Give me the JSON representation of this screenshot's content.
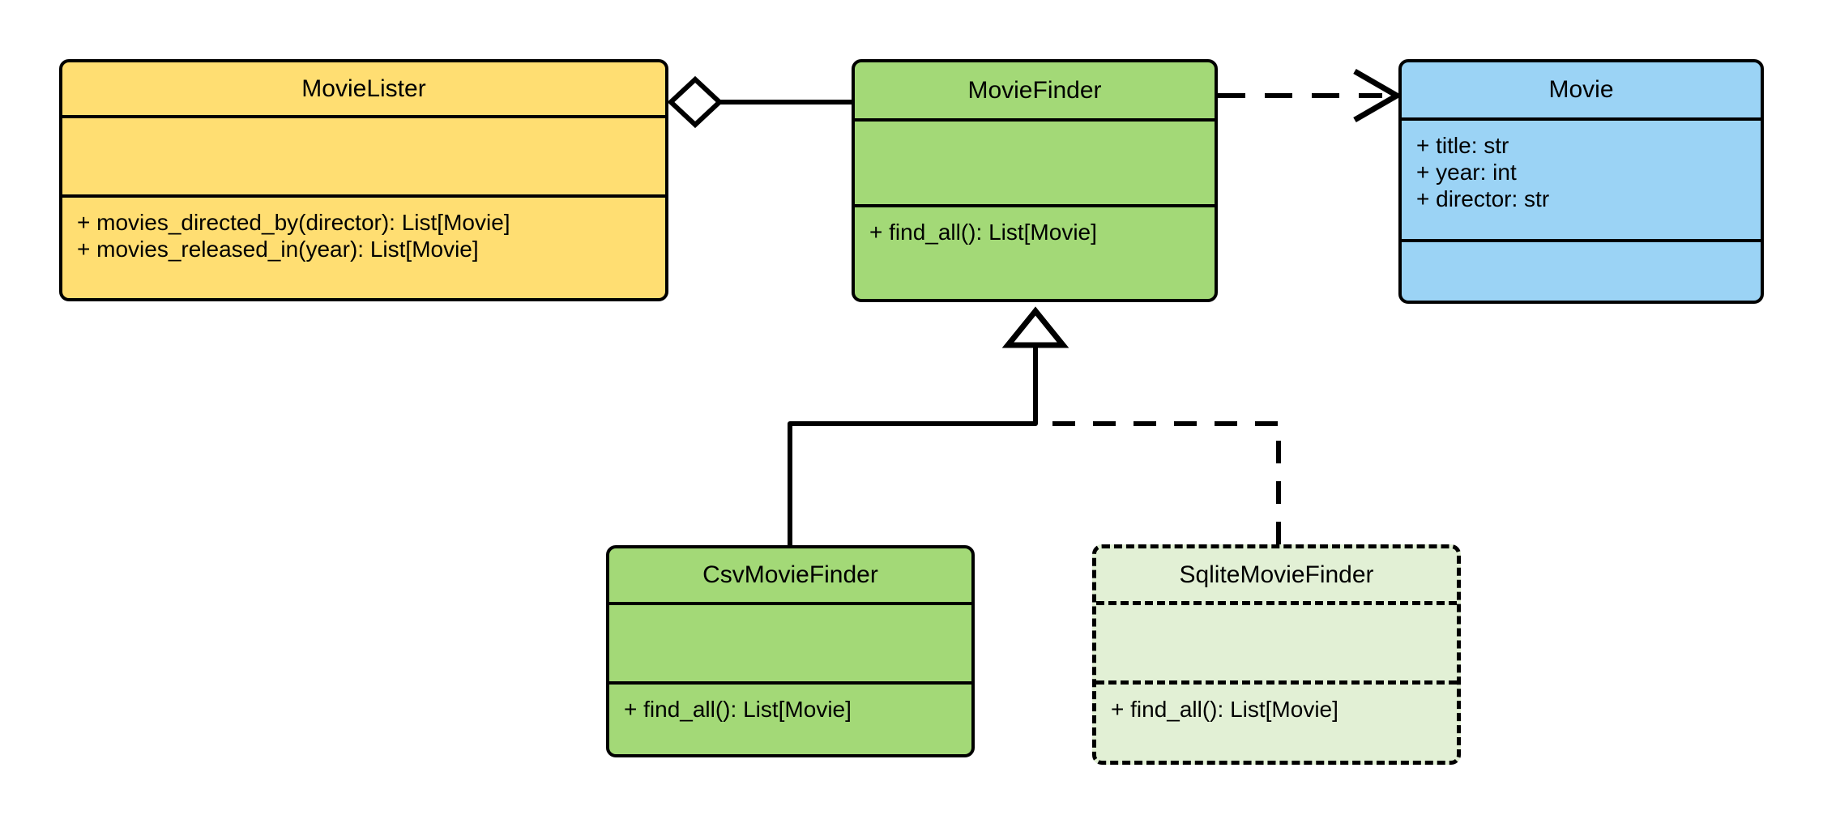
{
  "diagram": {
    "type": "uml-class-diagram",
    "background": "#ffffff",
    "line_color": "#000000"
  },
  "classes": [
    {
      "id": "movie-lister",
      "name": "MovieLister",
      "fill": "#FFDE72",
      "border_style": "solid",
      "attributes": [],
      "operations": [
        "+ movies_directed_by(director): List[Movie]",
        "+ movies_released_in(year): List[Movie]"
      ]
    },
    {
      "id": "movie-finder",
      "name": "MovieFinder",
      "fill": "#A3D977",
      "border_style": "solid",
      "attributes": [],
      "operations": [
        "+ find_all(): List[Movie]"
      ]
    },
    {
      "id": "movie",
      "name": "Movie",
      "fill": "#9BD3F5",
      "border_style": "solid",
      "attributes": [
        "+ title: str",
        "+ year: int",
        "+ director: str"
      ],
      "operations": []
    },
    {
      "id": "csv-movie-finder",
      "name": "CsvMovieFinder",
      "fill": "#A3D977",
      "border_style": "solid",
      "attributes": [],
      "operations": [
        "+ find_all(): List[Movie]"
      ]
    },
    {
      "id": "sqlite-movie-finder",
      "name": "SqliteMovieFinder",
      "fill": "#E2F0D5",
      "border_style": "dashed",
      "attributes": [],
      "operations": [
        "+ find_all(): List[Movie]"
      ]
    }
  ],
  "relationships": [
    {
      "id": "lister-finder-aggregation",
      "kind": "aggregation",
      "source": "MovieLister",
      "target": "MovieFinder",
      "line_style": "solid",
      "source_marker": "hollow-diamond",
      "target_marker": "none"
    },
    {
      "id": "finder-movie-dependency",
      "kind": "dependency",
      "source": "MovieFinder",
      "target": "Movie",
      "line_style": "dashed",
      "source_marker": "none",
      "target_marker": "open-arrow"
    },
    {
      "id": "csv-finder-generalization",
      "kind": "generalization",
      "source": "CsvMovieFinder",
      "target": "MovieFinder",
      "line_style": "solid",
      "source_marker": "none",
      "target_marker": "hollow-triangle"
    },
    {
      "id": "sqlite-finder-generalization",
      "kind": "generalization",
      "source": "SqliteMovieFinder",
      "target": "MovieFinder",
      "line_style": "dashed",
      "source_marker": "none",
      "target_marker": "hollow-triangle"
    }
  ]
}
